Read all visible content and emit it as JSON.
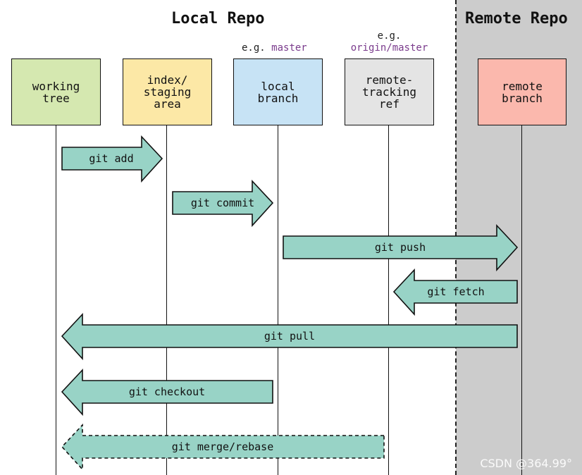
{
  "titles": {
    "local": "Local Repo",
    "remote": "Remote Repo"
  },
  "examples": {
    "local_branch": {
      "prefix": "e.g.",
      "name": "master"
    },
    "remote_tracking": {
      "prefix": "e.g.",
      "name": "origin/master"
    }
  },
  "nodes": [
    {
      "id": "working-tree",
      "label": "working\ntree",
      "color": "#d5e8b0"
    },
    {
      "id": "index",
      "label": "index/\nstaging\narea",
      "color": "#fce8a6"
    },
    {
      "id": "local-branch",
      "label": "local\nbranch",
      "color": "#c7e3f5"
    },
    {
      "id": "remote-tracking",
      "label": "remote-\ntracking\nref",
      "color": "#e4e4e4"
    },
    {
      "id": "remote-branch",
      "label": "remote\nbranch",
      "color": "#fbb8ad"
    }
  ],
  "commands": [
    {
      "id": "git-add",
      "label": "git add",
      "from": "working-tree",
      "to": "index",
      "style": "solid"
    },
    {
      "id": "git-commit",
      "label": "git commit",
      "from": "index",
      "to": "local-branch",
      "style": "solid"
    },
    {
      "id": "git-push",
      "label": "git push",
      "from": "local-branch",
      "to": "remote-branch",
      "style": "solid"
    },
    {
      "id": "git-fetch",
      "label": "git fetch",
      "from": "remote-branch",
      "to": "remote-tracking",
      "style": "solid"
    },
    {
      "id": "git-pull",
      "label": "git pull",
      "from": "remote-branch",
      "to": "working-tree",
      "style": "solid"
    },
    {
      "id": "git-checkout",
      "label": "git checkout",
      "from": "local-branch",
      "to": "working-tree",
      "style": "solid"
    },
    {
      "id": "git-merge-rebase",
      "label": "git merge/rebase",
      "from": "remote-tracking",
      "to": "working-tree",
      "style": "dashed"
    }
  ],
  "colors": {
    "arrow_fill": "#98d3c6",
    "remote_area": "#cccccc",
    "branch_name": "#7a3b8c"
  },
  "watermark": "CSDN @364.99°"
}
